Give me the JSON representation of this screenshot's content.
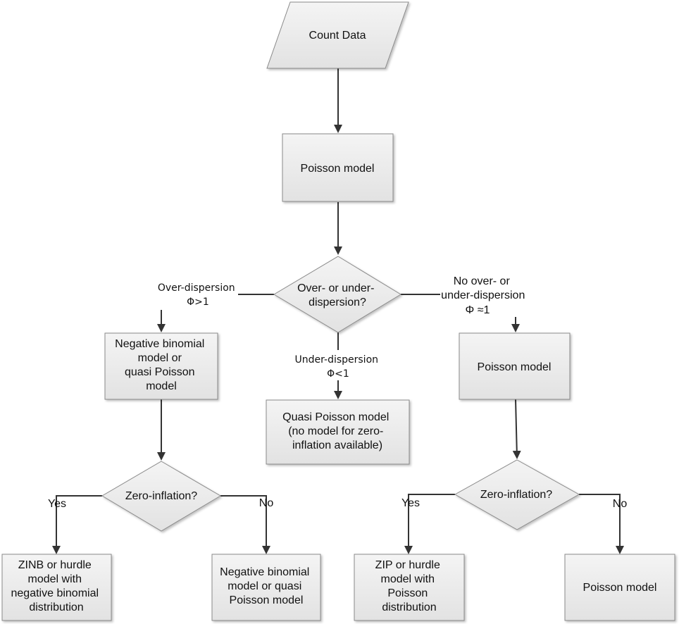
{
  "nodes": {
    "count_data": [
      "Count Data"
    ],
    "poisson_top": [
      "Poisson model"
    ],
    "dispersion": [
      "Over- or under-",
      "dispersion?"
    ],
    "neg_binom": [
      "Negative binomial",
      "model or",
      "quasi Poisson",
      "model"
    ],
    "quasi_poisson": [
      "Quasi Poisson model",
      "(no model for zero-",
      "inflation available)"
    ],
    "poisson_right": [
      "Poisson model"
    ],
    "zero_left": [
      "Zero-inflation?"
    ],
    "zero_right": [
      "Zero-inflation?"
    ],
    "zinb": [
      "ZINB or hurdle",
      "model with",
      "negative binomial",
      "distribution"
    ],
    "neg_binom_bottom": [
      "Negative binomial",
      "model or quasi",
      "Poisson model"
    ],
    "zip": [
      "ZIP or hurdle",
      "model with",
      "Poisson",
      "distribution"
    ],
    "poisson_bottom": [
      "Poisson model"
    ]
  },
  "edge_labels": {
    "over_dispersion": [
      "Over-dispersion",
      "Φ>1"
    ],
    "under_dispersion": [
      "Under-dispersion",
      "Φ<1"
    ],
    "no_dispersion": [
      "No over- or",
      "under-dispersion",
      "Φ ≈1"
    ],
    "left_yes": "Yes",
    "left_no": "No",
    "right_yes": "Yes",
    "right_no": "No"
  }
}
